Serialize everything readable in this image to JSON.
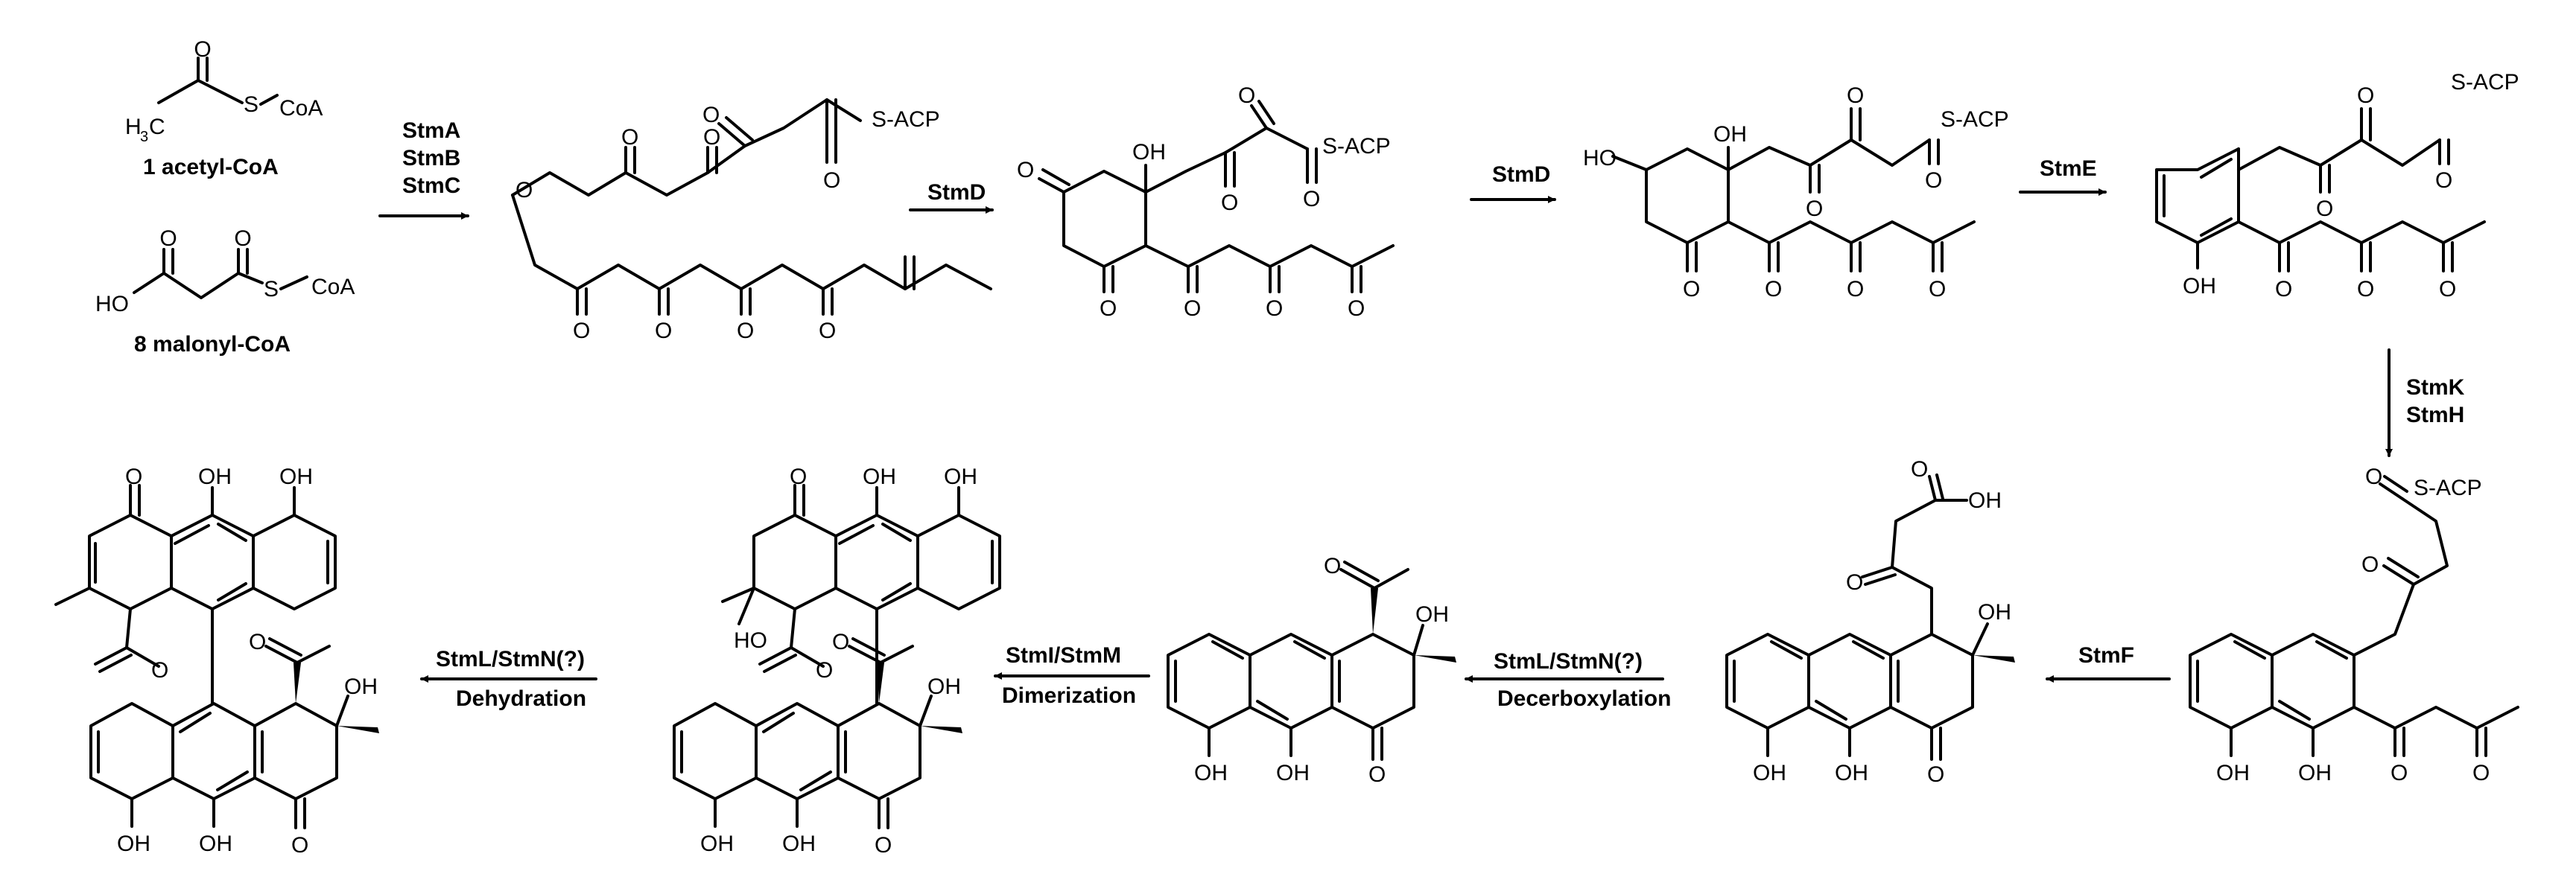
{
  "starters": {
    "acetyl": {
      "label": "1 acetyl-CoA",
      "h3c": "H",
      "sub3": "3",
      "c": "C",
      "s": "S",
      "coa": "CoA",
      "o": "O"
    },
    "malonyl": {
      "label": "8 malonyl-CoA",
      "ho": "HO",
      "s": "S",
      "coa": "CoA",
      "o": "O"
    }
  },
  "atoms": {
    "oxygen": "O",
    "hydroxyl": "OH",
    "hydroxyl_left": "HO",
    "thioester": "S-ACP"
  },
  "steps": {
    "s1": [
      "StmA",
      "StmB",
      "StmC"
    ],
    "s2": [
      "StmD"
    ],
    "s3": [
      "StmD"
    ],
    "s4": [
      "StmE"
    ],
    "s5": [
      "StmK",
      "StmH"
    ],
    "s6": [
      "StmF"
    ],
    "s7": [
      "StmL/StmN(?)",
      "Decerboxylation"
    ],
    "s8": [
      "StmI/StmM",
      "Dimerization"
    ],
    "s9": [
      "StmL/StmN(?)",
      "Dehydration"
    ]
  }
}
